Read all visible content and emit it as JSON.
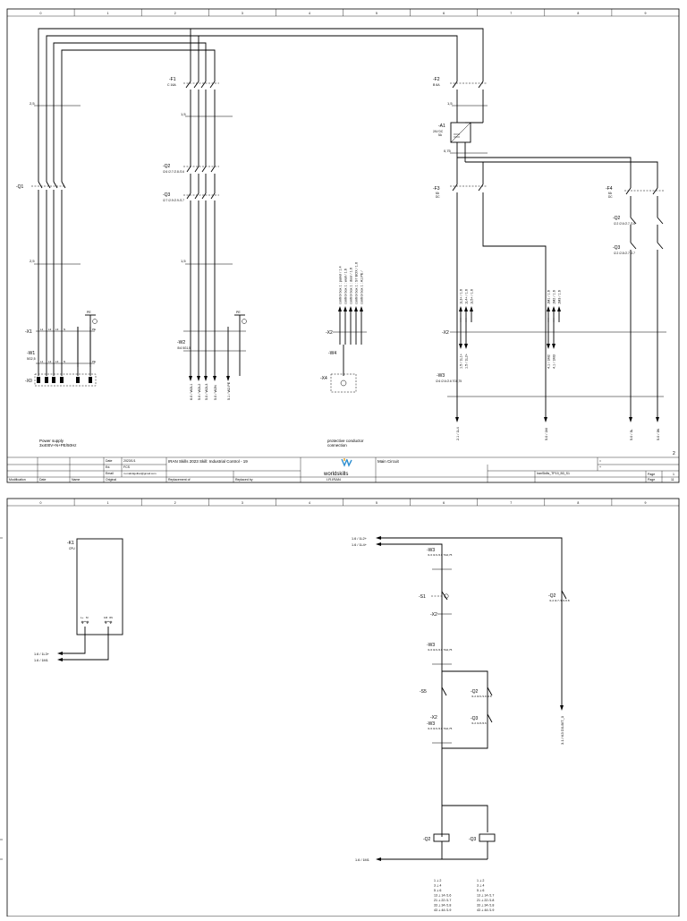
{
  "columns": [
    "0",
    "1",
    "2",
    "3",
    "4",
    "5",
    "6",
    "7",
    "8",
    "9"
  ],
  "page1": {
    "page_corner": "2",
    "potentials": {
      "l1_left": "2,5",
      "l2_left": "2,5",
      "l1_mid": "1,5",
      "l2_mid": "1,5",
      "l1_right": "1,5",
      "l2_right": "0,75"
    },
    "devices": {
      "q1": "-Q1",
      "f1": "-F1",
      "f1_rating": "C 16A",
      "f2": "-F2",
      "f2_rating": "B 6A",
      "a1": "-A1",
      "a1_desc": "24V DC\n5A",
      "f3": "-F3",
      "f3_rating": "6A\nDC",
      "f4": "-F4",
      "f4_rating": "6A\nDC",
      "q2": "-Q2",
      "q2_refs": "/2.6\n/2.7\n/2.8\n/2.6",
      "q3": "-Q3",
      "q3_refs": "/2.7\n/2.9\n/2.9\n/2.7",
      "q2r": "-Q2",
      "q2r_refs": "/2.2\n/2.6\n/2.7\n/2.6",
      "q3r": "-Q3",
      "q3r_refs": "/2.2\n/2.8\n/2.7\n/2.7",
      "x1": "-X1",
      "x1_terms": [
        "L1",
        "L2",
        "L3",
        "N",
        "PE"
      ],
      "w1": "-W1",
      "w1_type": "5G2,5",
      "x0": "-X0",
      "w2": "-W2",
      "w2_type": "/5.6\n5G1,5",
      "x2": "-X2",
      "x2r": "-X2",
      "w4": "-W4",
      "x4": "-X4",
      "w3": "-W3",
      "w3_type": "/2.6\n/2.6\n/2.6\n7G0,75",
      "pe": "PE"
    },
    "w2_cables": [
      "6.0 / W2L1",
      "5.0 / W2L2",
      "5.0 / W2L3",
      "5.0 / W2N",
      "5.1 / W2.PE"
    ],
    "control_box": [
      "control box 1 : panel / 1.4",
      "control box 1 : wall / 1.6",
      "control box 1 : door / 1.6",
      "control box 1 : S7 BOX / 1.6",
      "control box 1 : A1.PE /"
    ],
    "x2_inputs": [
      "1L3+ / 1.6",
      "1L4+ / 1.6",
      "1L5+ / 1.6"
    ],
    "x2_outputs": [
      "1.5 / 1L1+",
      "1.5 / 1L2+"
    ],
    "m_inputs": [
      "1M1 / 1.6",
      "1M2 / 1.6",
      "1M3 / 1.6"
    ],
    "m_outputs": [
      "4.1 / 1M2",
      "4.1 / 1M3"
    ],
    "bottom_refs": [
      "2.1 / 1L4",
      "5.0 / 1M",
      "5.0 / 3L",
      "5.0 / 3N"
    ],
    "notes": {
      "power_supply": "Power supply\n3x400V+N+PE/50Hz",
      "protective": "protective conductor\nconnection"
    },
    "title_block": {
      "date_label": "Date",
      "date": "2023/1/1",
      "ed_label": "Ed.",
      "ed": "FCS",
      "email_label": "Email",
      "email": "m.mahdigolbar@gmail.com",
      "original_label": "Original",
      "replacement": "Replacement of",
      "replaced_by": "Replaced by",
      "modification": "Modification",
      "date_col": "Date",
      "name_col": "Name",
      "project": "IRAN Skills 2023   Skill: Industrial Control - 19",
      "logo_main": "worldskills",
      "logo_sub": "I.R.IRAN",
      "circuit": "Main Circuit",
      "file": "IranSkills_TP19_B3_S1",
      "eq1": "=",
      "eq2": "+",
      "page_label": "Page",
      "page_no": "1",
      "page_total": "11"
    }
  },
  "page2": {
    "k1": "-K1",
    "k1_type": "CPU",
    "k1_pins": [
      "L+",
      "M",
      "1M",
      "3N"
    ],
    "k1_refs": [
      "1.6 / 1L3+",
      "1.6 / 1M1"
    ],
    "top_refs": [
      "1.6 / 1L2+",
      "1.6 / 1L4+"
    ],
    "w3a": "-W3",
    "w3a_refs": "/1.6\n/2.6\n/2.6\n7G0,75",
    "s1": "-S1",
    "x2a": "-X2",
    "w3b": "-W3",
    "w3b_refs": "/1.6\n/2.6\n/2.6\n7G0,75",
    "s5": "-S5",
    "q2c": "-Q2",
    "q2c_refs": "/1.2\n/2.6\n/1.9\n/2.6",
    "q3c": "-Q3",
    "q3c_refs": "/1.2\n/1.8\n/2.6",
    "x2b": "-X2",
    "w3c": "-W3",
    "w3c_refs": "/1.6\n/2.6\n/2.6\n7G0,75",
    "q2r": "-Q2",
    "q2r_refs": "/1.2\n/2.7\n/1.9\n/2.8",
    "right_ref": "3.1 / K3 D3-BIT_0",
    "q2coil": "-Q2",
    "q3coil": "-Q3",
    "bottom_ref": "1.6 / 1M1",
    "contacts_a": [
      "1 ⟂ 2",
      "3 ⟂ 4",
      "5 ⟂ 6",
      "13 ⟂ 14 /1.6",
      "21 ⟂ 22 /1.7",
      "33 ⟂ 34 /1.8",
      "43 ⟂ 44 /1.9"
    ],
    "contacts_b": [
      "1 ⟂ 2",
      "3 ⟂ 4",
      "5 ⟂ 6",
      "13 ⟂ 14 /1.7",
      "21 ⟂ 22 /1.8",
      "33 ⟂ 34 /1.8",
      "43 ⟂ 44 /1.9"
    ]
  }
}
